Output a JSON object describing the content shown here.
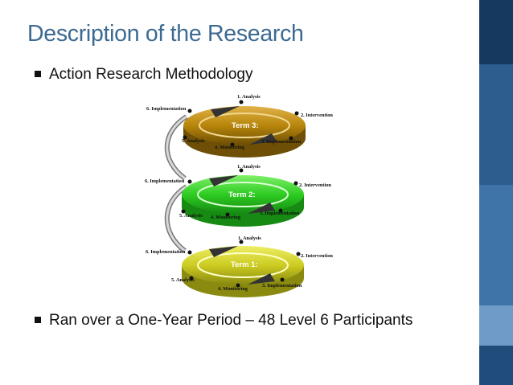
{
  "slide": {
    "title": "Description of the Research",
    "bullets": [
      "Action Research Methodology",
      "Ran over a One-Year Period – 48 Level 6 Participants"
    ]
  },
  "colors": {
    "title": "#3d6a92",
    "sidebar": [
      "#16395f",
      "#2d5d8e",
      "#5a8bbf",
      "#a9c4dd",
      "#1f4c7a"
    ],
    "term3": "#b8860b",
    "term2": "#2ecc22",
    "term1": "#cccc22"
  },
  "diagram": {
    "terms": [
      {
        "label": "Term 3:",
        "steps": [
          "1. Analysis",
          "2. Intervention",
          "3. Implementation",
          "4. Monitoring",
          "5. Analysis",
          "6. Implementation"
        ]
      },
      {
        "label": "Term 2:",
        "steps": [
          "1. Analysis",
          "2. Intervention",
          "3. Implementation",
          "4. Monitoring",
          "5. Analysis",
          "6. Implementation"
        ]
      },
      {
        "label": "Term 1:",
        "steps": [
          "1. Analysis",
          "2. Intervention",
          "3. Implementation",
          "4. Monitoring",
          "5. Analysis",
          "6. Implementation"
        ]
      }
    ]
  }
}
